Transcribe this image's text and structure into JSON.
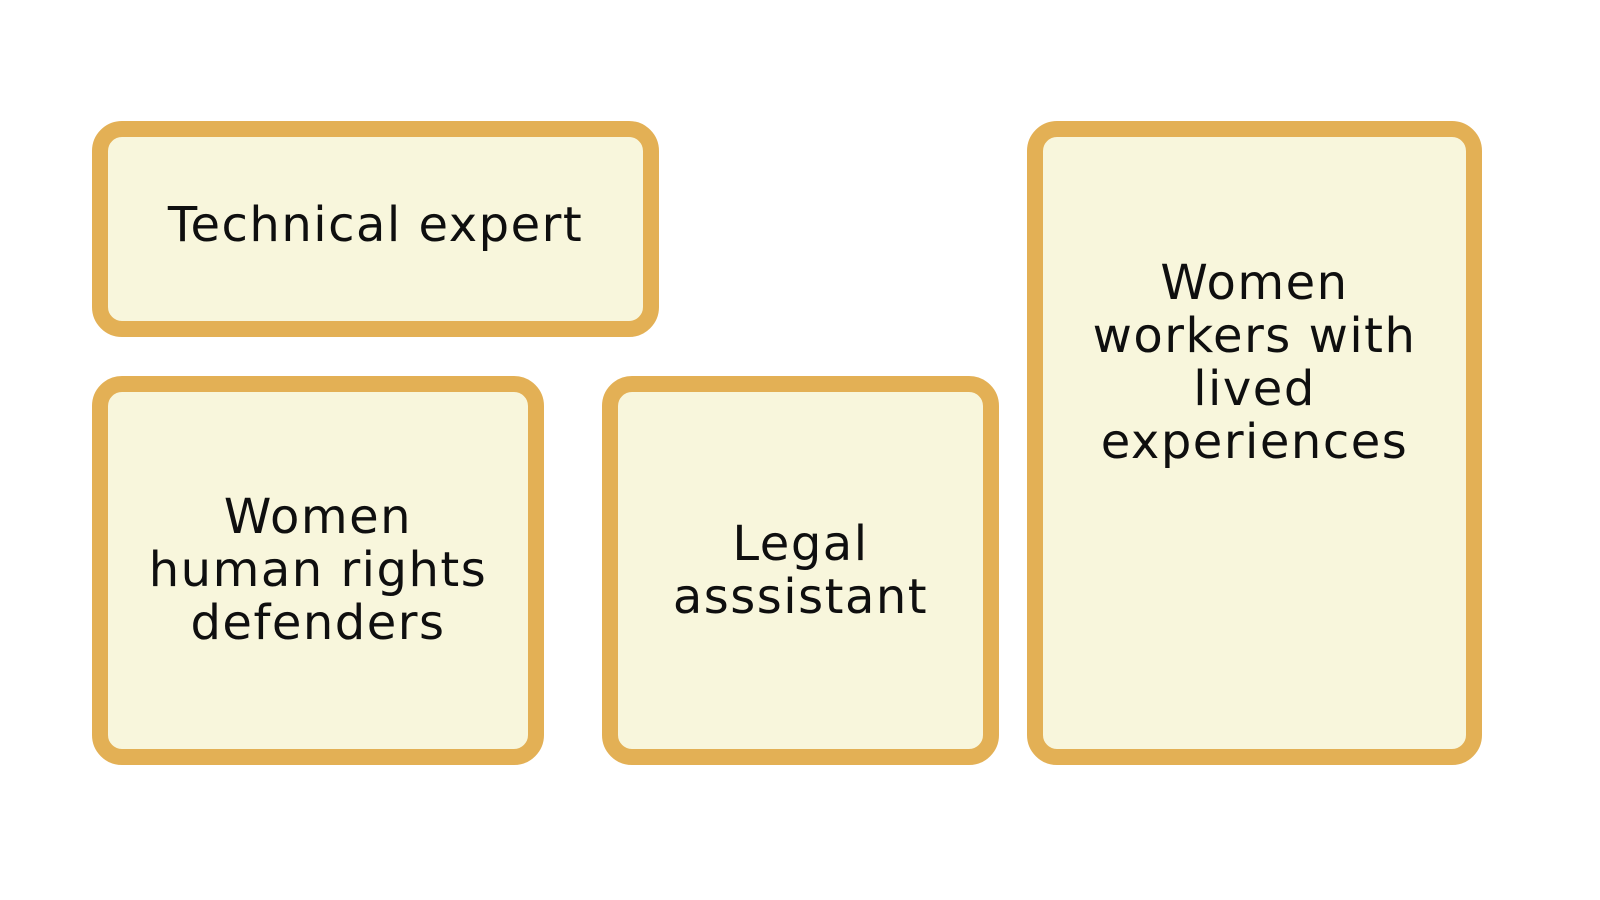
{
  "colors": {
    "background": "#ffffff",
    "card_fill": "#f8f6dc",
    "card_border": "#e3b055",
    "text": "#0f0f0f"
  },
  "cards": [
    {
      "label": "Technical expert"
    },
    {
      "label": "Women\nhuman rights\ndefenders"
    },
    {
      "label": "Legal\nasssistant"
    },
    {
      "label": "Women\nworkers with\nlived\nexperiences"
    }
  ]
}
